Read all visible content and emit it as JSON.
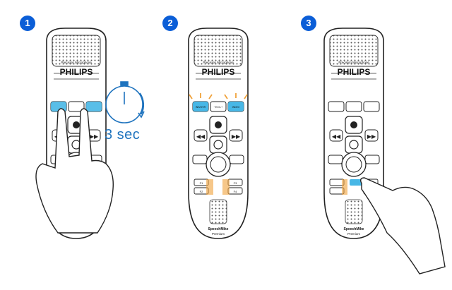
{
  "steps": [
    {
      "number": "1"
    },
    {
      "number": "2"
    },
    {
      "number": "3"
    }
  ],
  "device": {
    "brand": "PHILIPS",
    "mic_label": "Precision Microphone",
    "model_name": "SpeechMike",
    "model_variant": "Premium",
    "button_left": "INS/OVR",
    "button_mid": "−EOL+",
    "button_right": "INDEX",
    "fkeys": [
      "F1",
      "F2",
      "F3",
      "F4"
    ]
  },
  "timer": {
    "label": "3 sec"
  },
  "colors": {
    "step_badge": "#0b5ed7",
    "highlight": "#47b7e6",
    "glow": "#f0a23b",
    "timer": "#1e73be"
  },
  "icons": [
    "stopwatch-icon",
    "hand-icon",
    "record-icon",
    "play-pause-icon",
    "rewind-icon",
    "fast-forward-icon"
  ]
}
